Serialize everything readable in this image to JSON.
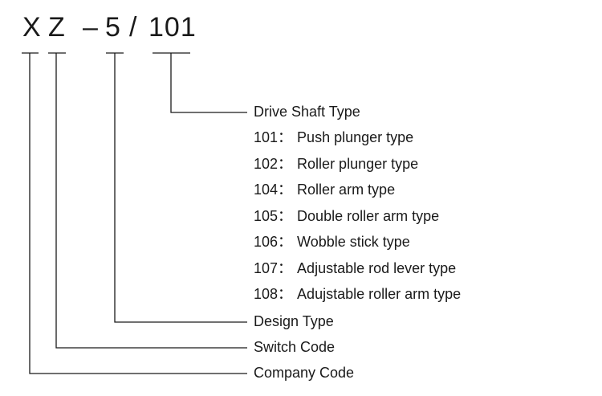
{
  "model_code": {
    "company": "X",
    "switch": "Z",
    "dash": "–",
    "design": "5",
    "slash": "/",
    "drive": "101"
  },
  "labels": {
    "drive_shaft": "Drive Shaft Type",
    "design": "Design Type",
    "switch": "Switch Code",
    "company": "Company Code"
  },
  "drive_options": [
    {
      "code": "101",
      "separator": "：",
      "name": "Push plunger type"
    },
    {
      "code": "102",
      "separator": "：",
      "name": "Roller plunger type"
    },
    {
      "code": "104",
      "separator": "：",
      "name": "Roller arm type"
    },
    {
      "code": "105",
      "separator": "：",
      "name": "Double roller arm type"
    },
    {
      "code": "106",
      "separator": "：",
      "name": "Wobble stick type"
    },
    {
      "code": "107",
      "separator": "：",
      "name": "Adjustable rod lever type"
    },
    {
      "code": "108",
      "separator": "：",
      "name": "Adujstable roller arm type"
    }
  ],
  "colors": {
    "text": "#1a1a1a",
    "line": "#1a1a1a",
    "background": "#ffffff"
  }
}
